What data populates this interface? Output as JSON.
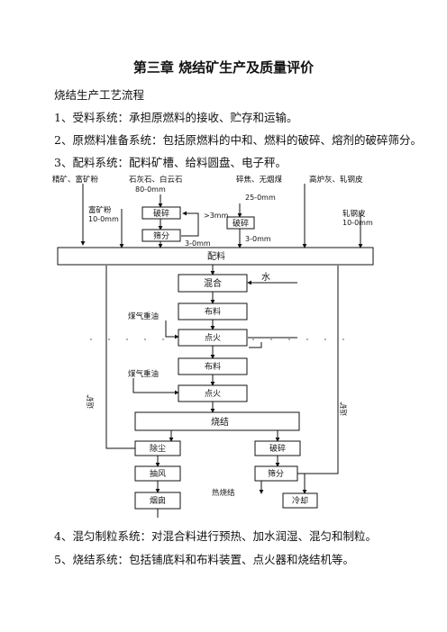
{
  "doc": {
    "title": "第三章 烧结矿生产及质量评价",
    "intro": "烧结生产工艺流程",
    "items_top": [
      "1、受料系统：承担原燃料的接收、贮存和运输。",
      "2、原燃料准备系统：包括原燃料的中和、燃料的破碎、熔剂的破碎筛分。",
      "3、配料系统：配料矿槽、给料圆盘、电子秤。"
    ],
    "items_bottom": [
      "4、混匀制粒系统：对混合料进行预热、加水润湿、混匀和制粒。",
      "5、烧结系统：包括铺底料和布料装置、点火器和烧结机等。"
    ]
  },
  "diagram": {
    "sources": {
      "ore": "精矿、富矿粉",
      "flux": "石灰石、白云石",
      "flux_size": "80-0mm",
      "coal": "碎焦、无烟煤",
      "coal_size": "25-0mm",
      "dust": "高炉灰、轧钢皮"
    },
    "side_labels": {
      "rich_ore": "富矿粉",
      "rich_ore_size": "10-0mm",
      "scale": "轧钢皮",
      "scale_size": "10-0mm",
      "oversize": ">3mm",
      "size_3_0_a": "3-0mm",
      "size_3_0_b": "3-0mm",
      "water": "水",
      "gas_oil_1": "煤气重油",
      "gas_oil_2": "煤气重油",
      "return_left": "返矿",
      "return_right": "返矿",
      "hot_sinter": "热烧结"
    },
    "boxes": {
      "crush1": "破碎",
      "screen1": "筛分",
      "crush2": "破碎",
      "batching": "配料",
      "mixing": "混合",
      "feeding1": "布料",
      "ignition1": "点火",
      "feeding2": "布料",
      "ignition2": "点火",
      "sintering": "烧结",
      "dedust": "除尘",
      "crush3": "破碎",
      "exhaust": "抽风",
      "screen2": "筛分",
      "chimney": "烟囱",
      "cooling": "冷却"
    }
  }
}
